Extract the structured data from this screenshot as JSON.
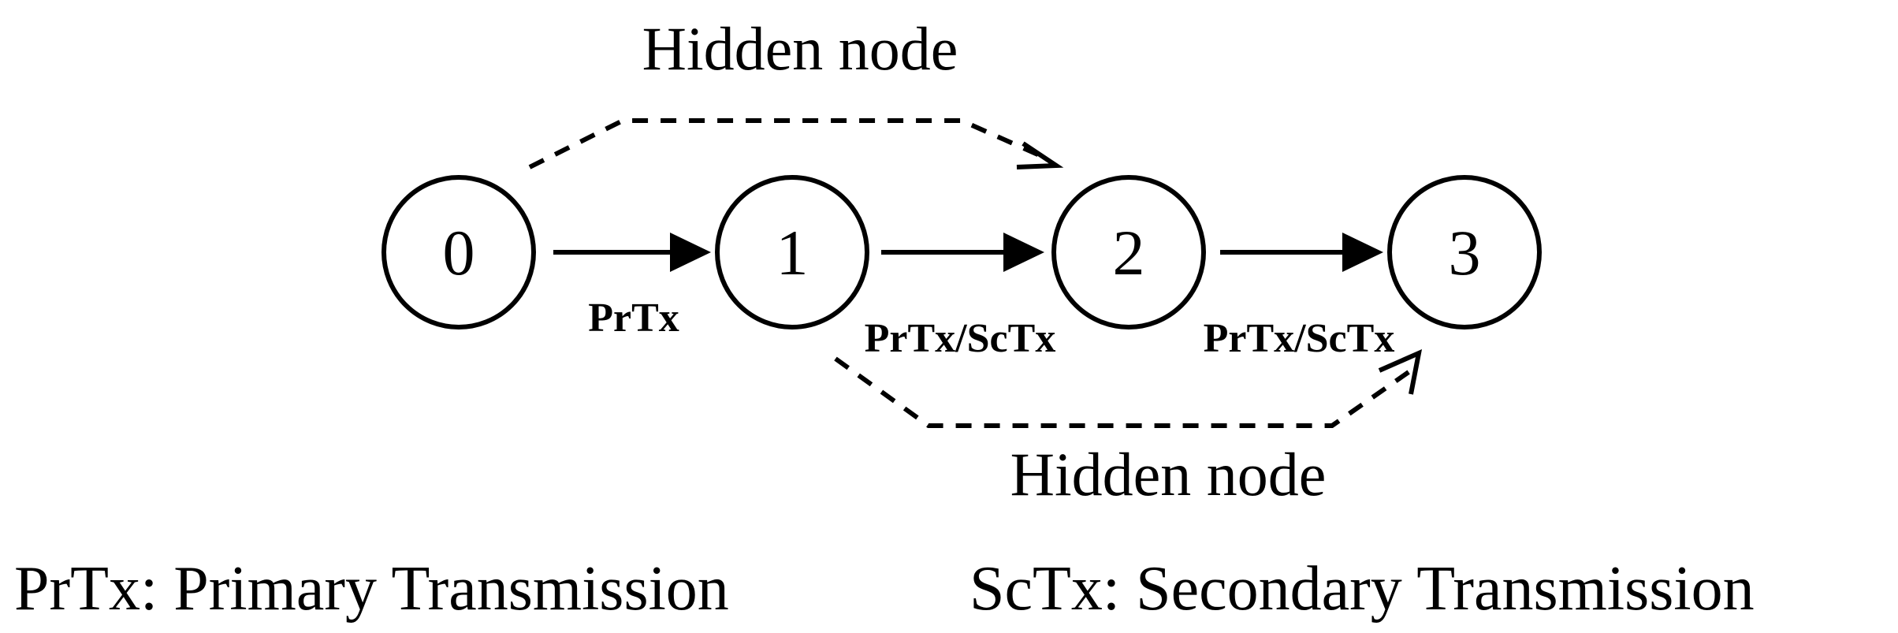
{
  "nodes": [
    {
      "id": "0",
      "label": "0"
    },
    {
      "id": "1",
      "label": "1"
    },
    {
      "id": "2",
      "label": "2"
    },
    {
      "id": "3",
      "label": "3"
    }
  ],
  "edges": [
    {
      "from": "0",
      "to": "1",
      "label": "PrTx"
    },
    {
      "from": "1",
      "to": "2",
      "label": "PrTx/ScTx"
    },
    {
      "from": "2",
      "to": "3",
      "label": "PrTx/ScTx"
    }
  ],
  "hidden_links": [
    {
      "from": "0",
      "to": "2",
      "label": "Hidden node"
    },
    {
      "from": "1",
      "to": "3",
      "label": "Hidden node"
    }
  ],
  "legend": {
    "primary": "PrTx: Primary Transmission",
    "secondary": "ScTx: Secondary Transmission"
  },
  "colors": {
    "stroke": "#000000",
    "background": "#ffffff"
  }
}
